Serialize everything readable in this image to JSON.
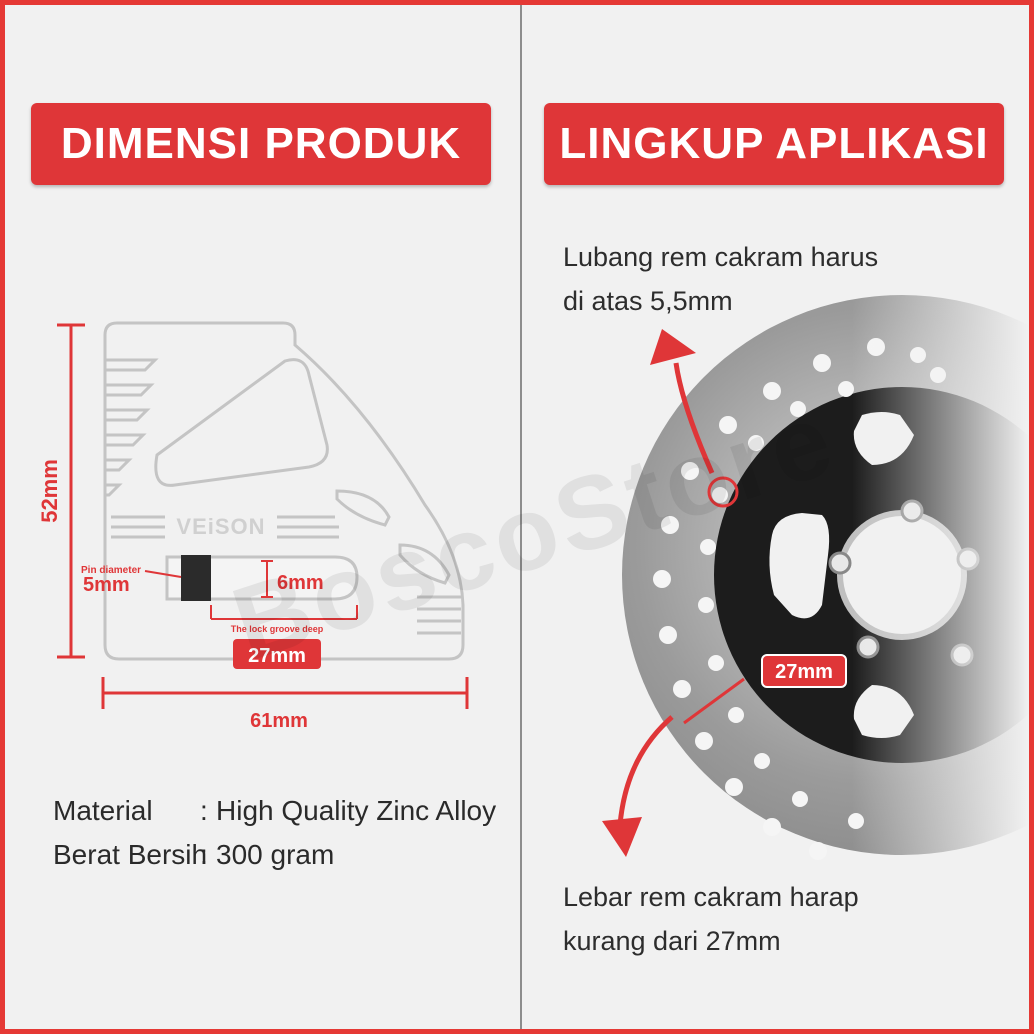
{
  "left_panel": {
    "title": "DIMENSI PRODUK",
    "dim_height": "52mm",
    "dim_width": "61mm",
    "dim_groove_width": "27mm",
    "dim_pin_label": "Pin diameter",
    "dim_pin": "5mm",
    "dim_groove_height": "6mm",
    "dim_groove_label": "The lock groove deep",
    "brand": "VEiSON",
    "specs": [
      {
        "label": "Material",
        "sep": ":",
        "value": "High Quality Zinc Alloy"
      },
      {
        "label": "Berat Bersih",
        "sep": ":",
        "value": "300 gram"
      }
    ]
  },
  "right_panel": {
    "title": "LINGKUP APLIKASI",
    "caption_top_line1": "Lubang rem cakram harus",
    "caption_top_line2": "di atas 5,5mm",
    "disc_label": "27mm",
    "caption_bottom_line1": "Lebar rem cakram harap",
    "caption_bottom_line2": "kurang dari 27mm"
  },
  "watermark": "BoscoStore",
  "colors": {
    "accent": "#df3638",
    "frame": "#e53935",
    "background": "#f1f1f1"
  }
}
